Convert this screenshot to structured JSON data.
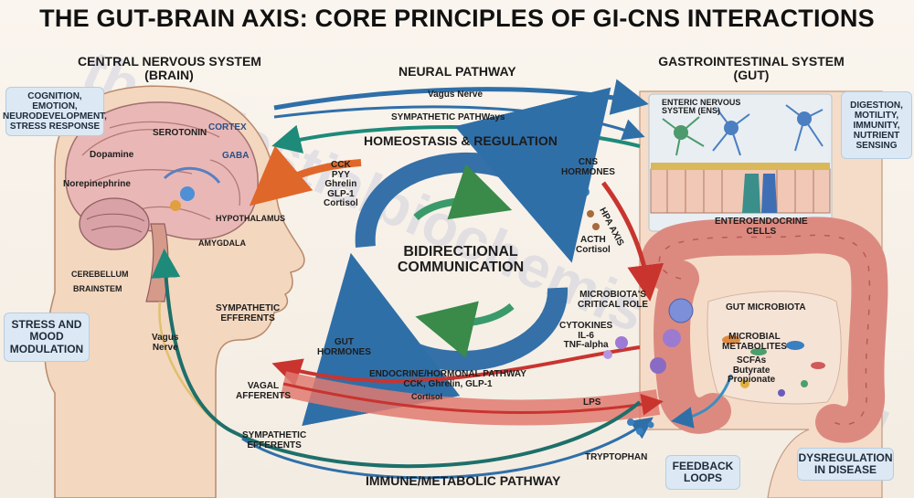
{
  "title": "THE GUT-BRAIN AXIS: CORE PRINCIPLES OF GI-CNS INTERACTIONS",
  "watermark": "thecelestialbiochemistrylab.org",
  "brain": {
    "heading_1": "CENTRAL NERVOUS SYSTEM",
    "heading_2": "(BRAIN)",
    "functions_box": [
      "COGNITION,",
      "EMOTION,",
      "NEURODEVELOPMENT,",
      "STRESS RESPONSE"
    ],
    "labels": {
      "serotonin": "SEROTONIN",
      "cortex": "CORTEX",
      "dopamine": "Dopamine",
      "gaba": "GABA",
      "norepinephrine": "Norepinephrine",
      "hypothalamus": "HYPOTHALAMUS",
      "amygdala": "AMYGDALA",
      "cerebellum": "CEREBELLUM",
      "brainstem": "BRAINSTEM"
    },
    "stress_box": [
      "STRESS AND",
      "MOOD",
      "MODULATION"
    ]
  },
  "gut": {
    "heading_1": "GASTROINTESTINAL SYSTEM",
    "heading_2": "(GUT)",
    "functions_box": [
      "DIGESTION,",
      "MOTILITY,",
      "IMMUNITY,",
      "NUTRIENT",
      "SENSING"
    ],
    "ens_label": [
      "ENTERIC NERVOUS",
      "SYSTEM (ENS)"
    ],
    "enteroendocrine": [
      "ENTEROENDOCRINE",
      "CELLS"
    ],
    "microbiota_role": [
      "MICROBIOTA'S",
      "CRITICAL ROLE"
    ],
    "gut_microbiota": "GUT MICROBIOTA",
    "metabolites": [
      "MICROBIAL",
      "METABOLITES"
    ],
    "scfas": [
      "SCFAs",
      "Butyrate",
      "Propionate"
    ],
    "feedback": [
      "FEEDBACK",
      "LOOPS"
    ],
    "dysregulation": [
      "DYSREGULATION",
      "IN DISEASE"
    ]
  },
  "pathways": {
    "neural": "NEURAL PATHWAY",
    "vagus_top": "Vagus Nerve",
    "sympathetic_top": "SYMPATHETIC PATHWays",
    "homeostasis": "HOMEOSTASIS & REGULATION",
    "hormones_left": [
      "CCK",
      "PYY",
      "Ghrelin",
      "GLP-1",
      "Cortisol"
    ],
    "cns_hormones": [
      "CNS",
      "HORMONES"
    ],
    "hpa_axis": "HPA AXIS",
    "acth": [
      "ACTH",
      "Cortisol"
    ],
    "bidirectional": [
      "BIDIRECTIONAL",
      "COMMUNICATION"
    ],
    "cytokines": [
      "CYTOKINES",
      "IL-6",
      "TNF-alpha"
    ],
    "sympathetic_efferents_upper": [
      "SYMPATHETIC",
      "EFFERENTS"
    ],
    "vagus_left": [
      "Vagus",
      "Nerve"
    ],
    "gut_hormones": [
      "GUT",
      "HORMONES"
    ],
    "endocrine": [
      "ENDOCRINE/HORMONAL PATHWAY",
      "CCK, Ghrelin, GLP-1"
    ],
    "cortisol_small": "Cortisol",
    "vagal_afferents": [
      "VAGAL",
      "AFFERENTS"
    ],
    "lps": "LPS",
    "sympathetic_efferents_lower": [
      "SYMPATHETIC",
      "EFFERENTS"
    ],
    "tryptophan": "TRYPTOPHAN",
    "immune": "IMMUNE/METABOLIC PATHWAY"
  },
  "colors": {
    "accent_blue": "#2f6fa8",
    "teal": "#1e8a7a",
    "red": "#c9342f",
    "orange": "#e0672a",
    "box_bg": "#dce9f4"
  }
}
